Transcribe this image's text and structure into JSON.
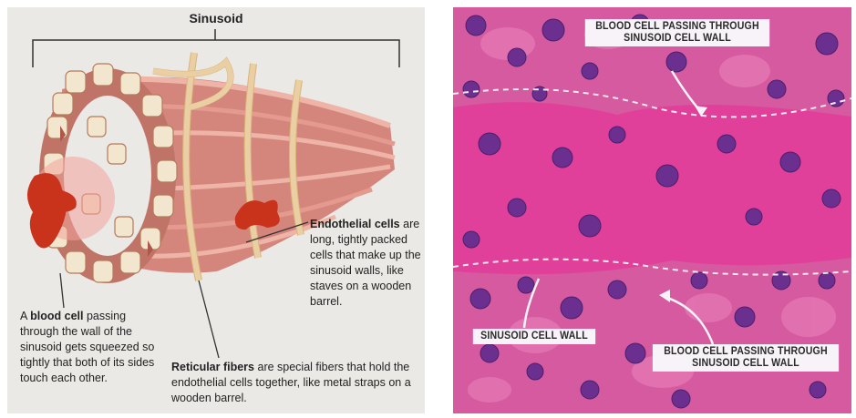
{
  "left_panel": {
    "title": "Sinusoid",
    "captions": {
      "blood_cell": {
        "bold": "blood cell",
        "pre": "A ",
        "post": " passing through the wall of the sinusoid gets squeezed so tightly that both of its sides touch each other."
      },
      "endothelial": {
        "bold": "Endothelial cells",
        "post": " are long, tightly packed cells that make up the sinusoid walls, like staves on a wooden barrel."
      },
      "reticular": {
        "bold": "Reticular fibers",
        "post": " are special fibers that hold the endothelial cells together, like metal straps on a wooden barrel."
      }
    }
  },
  "right_panel": {
    "labels": {
      "top_blood_cell": [
        "BLOOD CELL PASSING THROUGH",
        "SINUSOID CELL WALL"
      ],
      "sinusoid_wall": "SINUSOID CELL WALL",
      "bottom_blood_cell": [
        "BLOOD CELL PASSING THROUGH",
        "SINUSOID CELL WALL"
      ]
    }
  },
  "colors": {
    "tissue": "#d65aa0",
    "lumen": "#e0409a",
    "nucleus": "#6a2f8f",
    "fiber": "#e7b493",
    "muscle": "#d88f86",
    "blood_cell": "#d23a1f"
  }
}
